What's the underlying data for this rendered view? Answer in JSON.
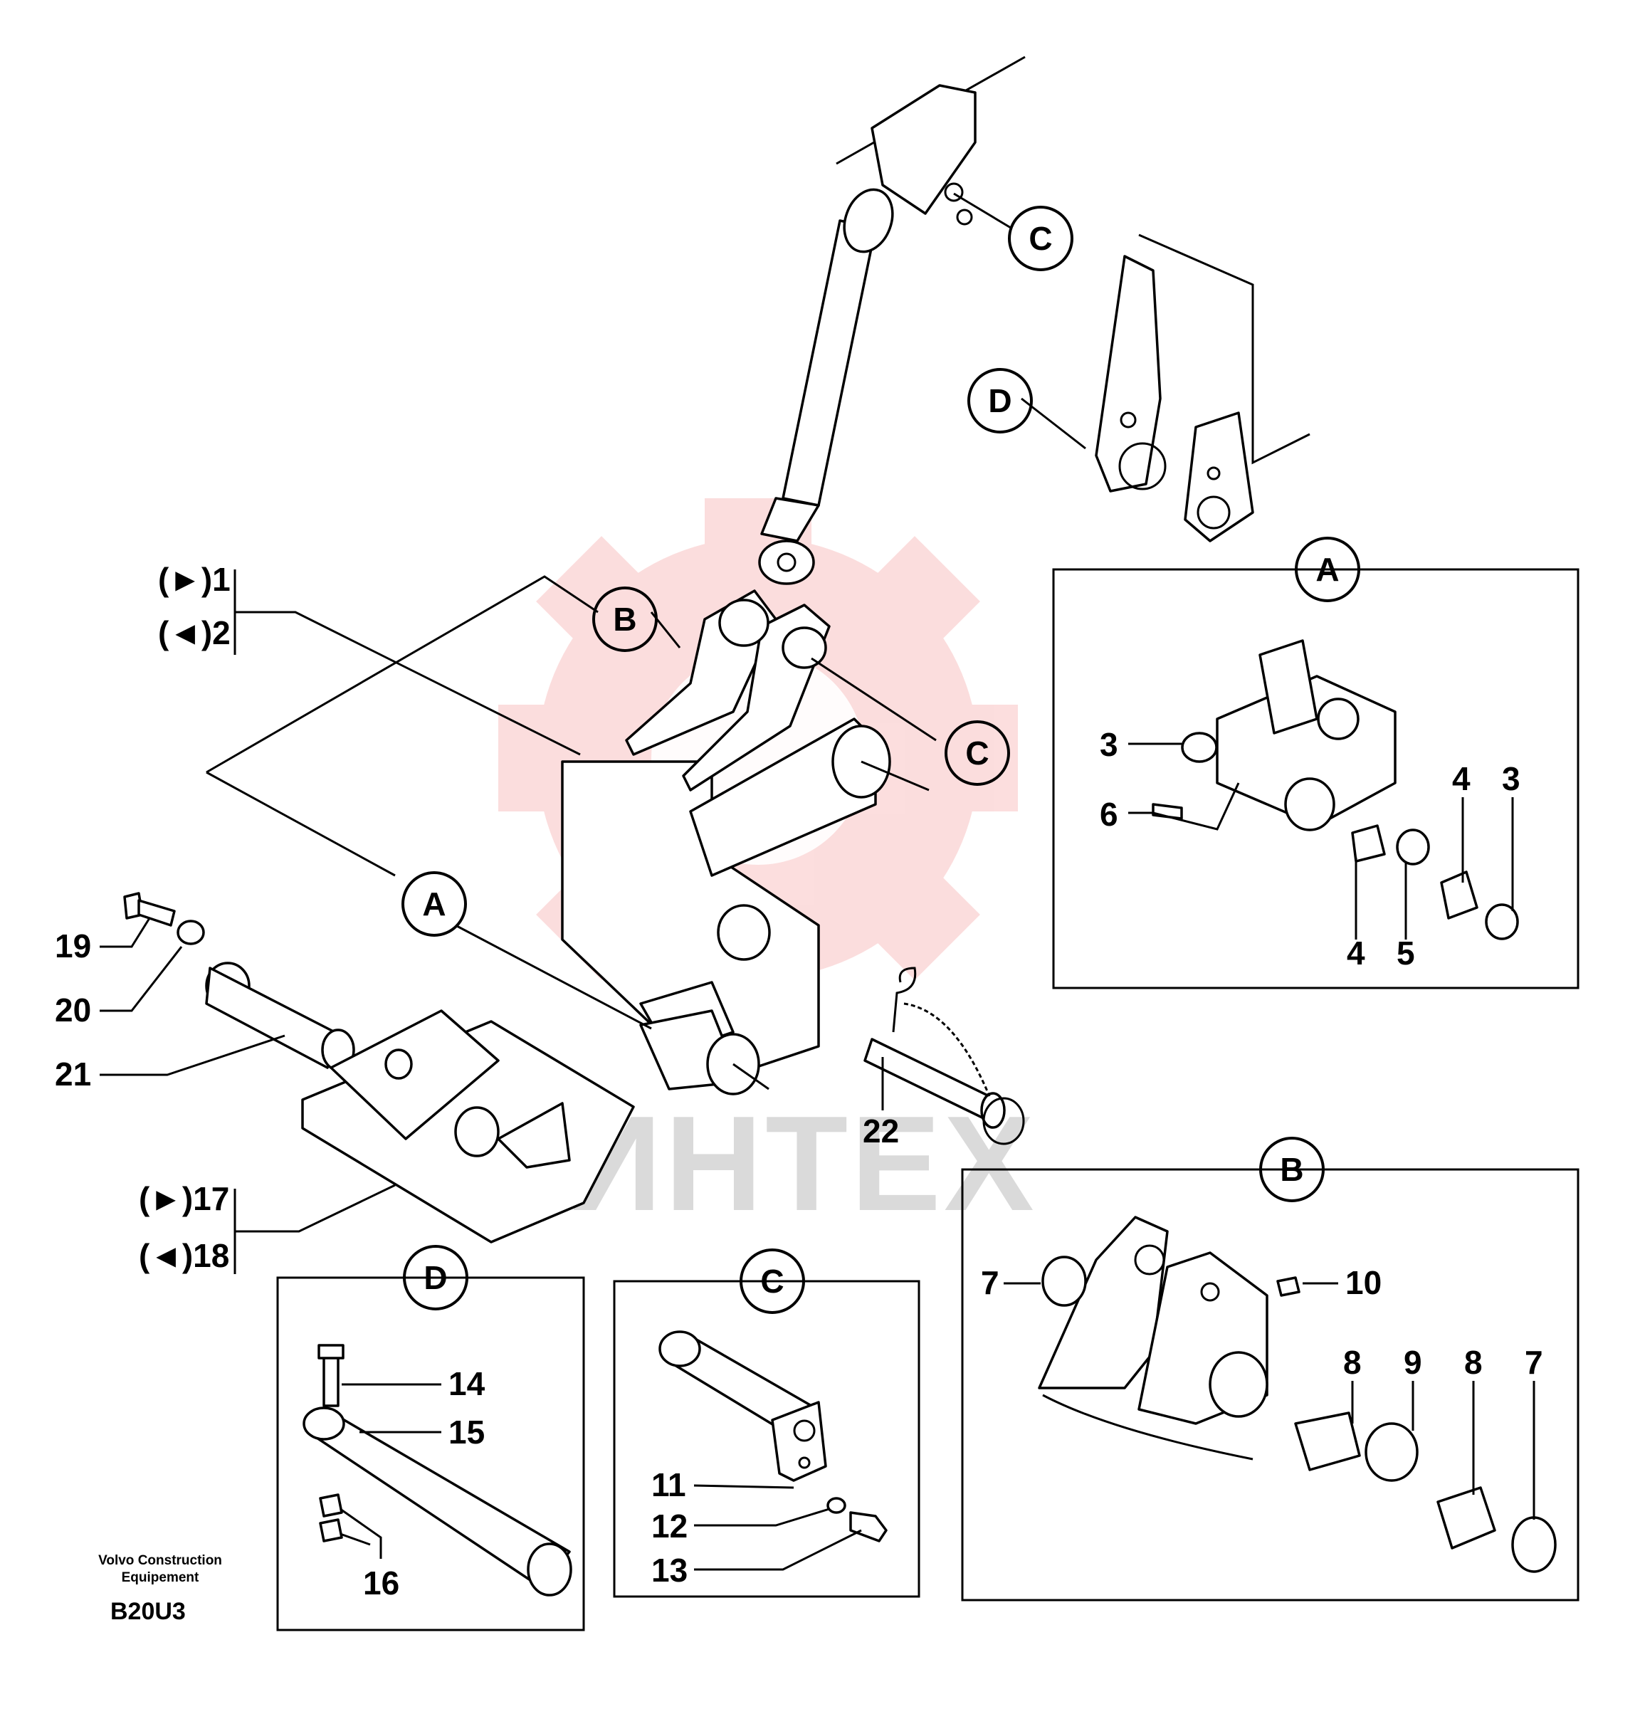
{
  "watermark": {
    "text": "ИНТЕХ",
    "color": "#e60000"
  },
  "publisher": {
    "line1": "Volvo Construction",
    "line2": "Equipement"
  },
  "figure_code": "B20U3",
  "callouts": {
    "p1": "(►)1",
    "p2": "(◄)2",
    "p3": "3",
    "p4": "4",
    "p5": "5",
    "p6": "6",
    "p7": "7",
    "p8": "8",
    "p9": "9",
    "p10": "10",
    "p11": "11",
    "p12": "12",
    "p13": "13",
    "p14": "14",
    "p15": "15",
    "p16": "16",
    "p17": "(►)17",
    "p18": "(◄)18",
    "p19": "19",
    "p20": "20",
    "p21": "21",
    "p22": "22"
  },
  "detail_markers": {
    "a": "A",
    "b": "B",
    "c": "C",
    "d": "D"
  }
}
